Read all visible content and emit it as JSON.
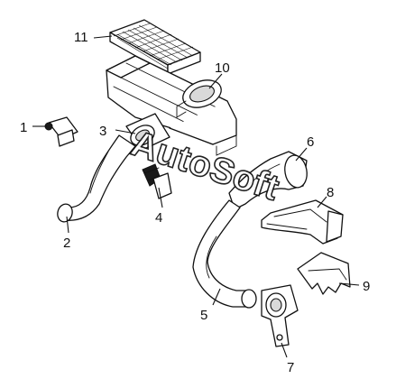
{
  "watermark": "AutoSoft",
  "callouts": {
    "c1": "1",
    "c2": "2",
    "c3": "3",
    "c4": "4",
    "c5": "5",
    "c6": "6",
    "c7": "7",
    "c8": "8",
    "c9": "9",
    "c10": "10",
    "c11": "11"
  }
}
